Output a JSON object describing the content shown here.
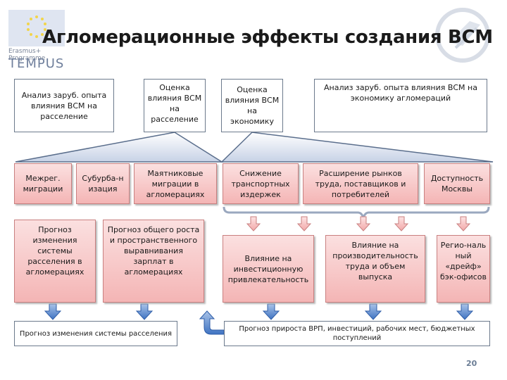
{
  "header": {
    "title": "Агломерационные эффекты создания ВСМ",
    "logo_left_text": "Erasmus+ Programme",
    "logo_left_brand": "TEMPUS"
  },
  "top_boxes": {
    "box1": "Анализ заруб. опыта влияния ВСМ на расселение",
    "box2": "Оценка влияния ВСМ на расселение",
    "box3": "Оценка влияния ВСМ на экономику",
    "box4": "Анализ заруб. опыта влияния ВСМ на экономику агломераций"
  },
  "row2": {
    "mezhreg": "Межрег. миграции",
    "suburb": "Субурба-н изация",
    "mayatnik": "Маятниковые миграции в агломерациях",
    "snizhenie": "Снижение транспортных издержек",
    "rasshirenie": "Расширение рынков труда, поставщиков и потребителей",
    "dostupnost": "Доступность Москвы"
  },
  "row3": {
    "prognoz_izm": "Прогноз изменения системы расселения в агломерациях",
    "prognoz_rost": "Прогноз общего роста и пространственного выравнивания зарплат в агломерациях",
    "vliyanie_inv": "Влияние на инвестиционную привлекательность",
    "vliyanie_proizv": "Влияние на производительность труда и объем выпуска",
    "region": "Регио-наль ный «дрейф» бэк-офисов"
  },
  "bottom": {
    "left": "Прогноз изменения системы расселения",
    "right": "Прогноз прироста ВРП, инвестиций, рабочих мест, бюджетных поступлений"
  },
  "page_number": "20"
}
